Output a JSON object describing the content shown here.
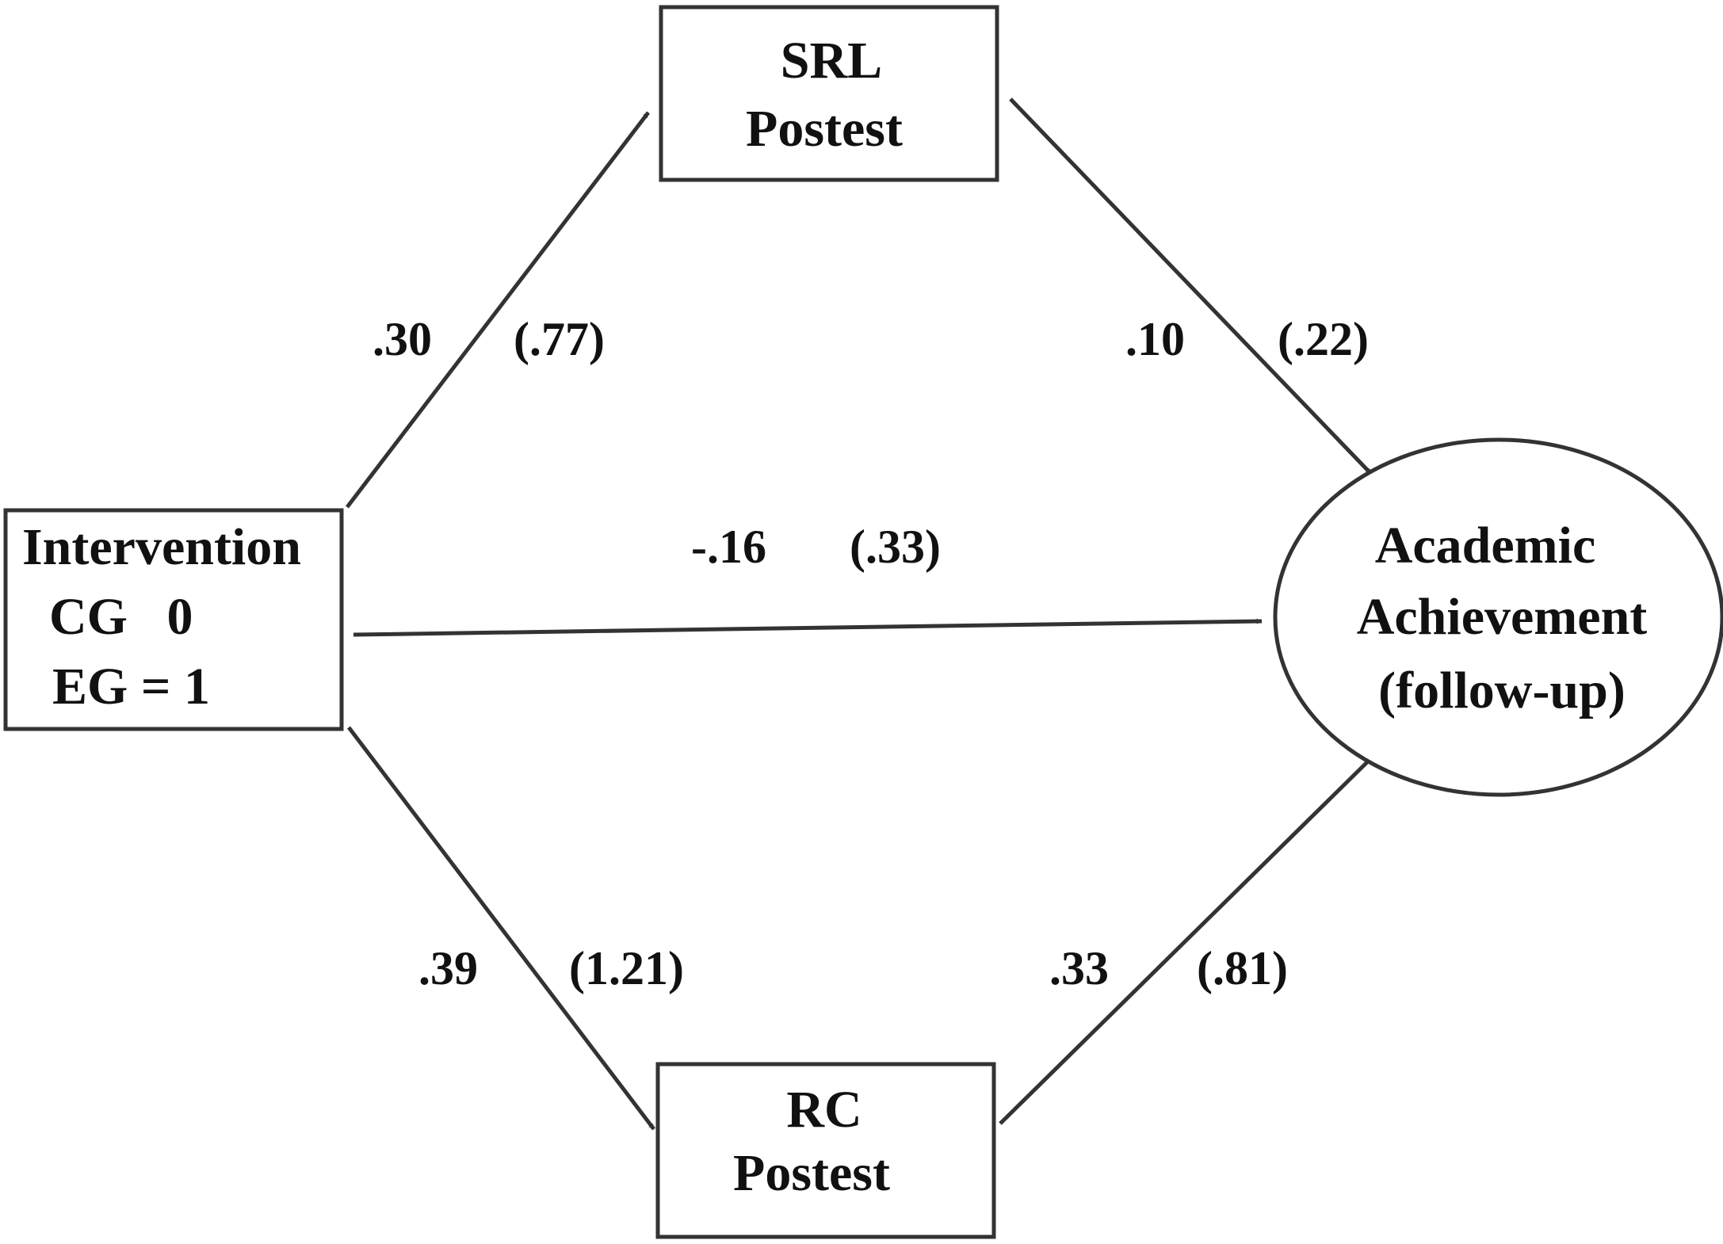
{
  "nodes": {
    "srl_posttest": {
      "line1": "SRL",
      "line2": "Postest"
    },
    "rc_posttest": {
      "line1": "RC",
      "line2": "Postest"
    },
    "intervention": {
      "line1": "Intervention",
      "line2": "CG   0",
      "line3": "EG = 1"
    },
    "academic_achievement": {
      "line1": "Academic",
      "line2": "Achievement",
      "line3": "(follow-up)"
    }
  },
  "paths": {
    "intervention_to_srl": {
      "coefficient": ".30",
      "standard_error": "(.77)"
    },
    "srl_to_achievement": {
      "coefficient": ".10",
      "standard_error": "(.22)"
    },
    "intervention_to_achievement": {
      "coefficient": "-.16",
      "standard_error": "(.33)"
    },
    "intervention_to_rc": {
      "coefficient": ".39",
      "standard_error": "(1.21)"
    },
    "rc_to_achievement": {
      "coefficient": ".33",
      "standard_error": "(.81)"
    }
  }
}
